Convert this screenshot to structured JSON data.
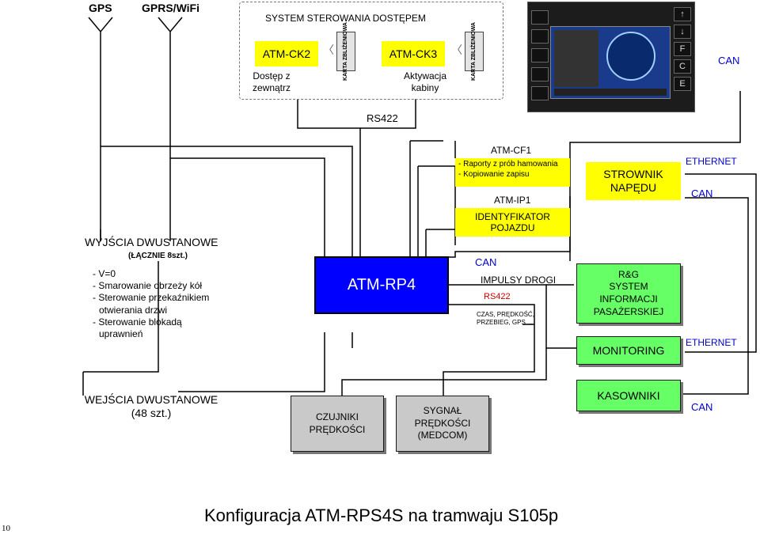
{
  "top": {
    "gps": "GPS",
    "gprs": "GPRS/WiFi"
  },
  "access": {
    "title": "SYSTEM STEROWANIA DOSTĘPEM",
    "ck2": "ATM-CK2",
    "ck3": "ATM-CK3",
    "card1": "KARTA ZBLIŻENIOWA",
    "card2": "KARTA ZBLIŻENIOWA",
    "outside_line1": "Dostęp z",
    "outside_line2": "zewnątrz",
    "cab_line1": "Aktywacja",
    "cab_line2": "kabiny"
  },
  "display": {
    "can": "CAN"
  },
  "rs422_top": "RS422",
  "cf1": {
    "title": "ATM-CF1",
    "line1": "- Raporty z prób hamowania",
    "line2": "- Kopiowanie zapisu"
  },
  "ip1": {
    "title": "ATM-IP1",
    "line1": "IDENTYFIKATOR",
    "line2": "POJAZDU"
  },
  "drive": {
    "line1": "STROWNIK",
    "line2": "NAPĘDU"
  },
  "net": {
    "ethernet1": "ETHERNET",
    "can1": "CAN",
    "ethernet2": "ETHERNET",
    "can2": "CAN"
  },
  "outputs": {
    "title": "WYJŚCIA DWUSTANOWE",
    "count": "(ŁĄCZNIE 8szt.)",
    "items": [
      "- V=0",
      "- Smarowanie obrzeży kół",
      "- Sterowanie przekaźnikiem",
      "otwierania drzwi",
      "- Sterowanie blokadą",
      "uprawnień"
    ]
  },
  "rp4": "ATM-RP4",
  "mid": {
    "can": "CAN",
    "impulses": "IMPULSY DROGI",
    "rs422": "RS422",
    "data_line1": "CZAS, PRĘDKOŚĆ,",
    "data_line2": "PRZEBIEG, GPS ..."
  },
  "rg": {
    "line1": "R&G",
    "line2": "SYSTEM",
    "line3": "INFORMACJI",
    "line4": "PASAŻERSKIEJ"
  },
  "monitoring": "MONITORING",
  "inputs": {
    "line1": "WEJŚCIA DWUSTANOWE",
    "line2": "(48 szt.)"
  },
  "sensors": {
    "line1": "CZUJNIKI",
    "line2": "PRĘDKOŚCI"
  },
  "signal": {
    "line1": "SYGNAŁ",
    "line2": "PRĘDKOŚCI",
    "line3": "(MEDCOM)"
  },
  "kasowniki": "KASOWNIKI",
  "footer": {
    "page": "10",
    "title": "Konfiguracja ATM-RPS4S na tramwaju S105p"
  },
  "panel": {
    "buttons_right": [
      "↑",
      "↓",
      "F",
      "C",
      "E"
    ],
    "buttons_left": [
      "",
      "",
      "",
      "",
      ""
    ]
  },
  "colors": {
    "yellow": "#ffff00",
    "green": "#66ff66",
    "blue": "#0000ff",
    "gray": "#c9c9c9",
    "can_text": "#0000cc",
    "rs422_text": "#cc0000"
  }
}
